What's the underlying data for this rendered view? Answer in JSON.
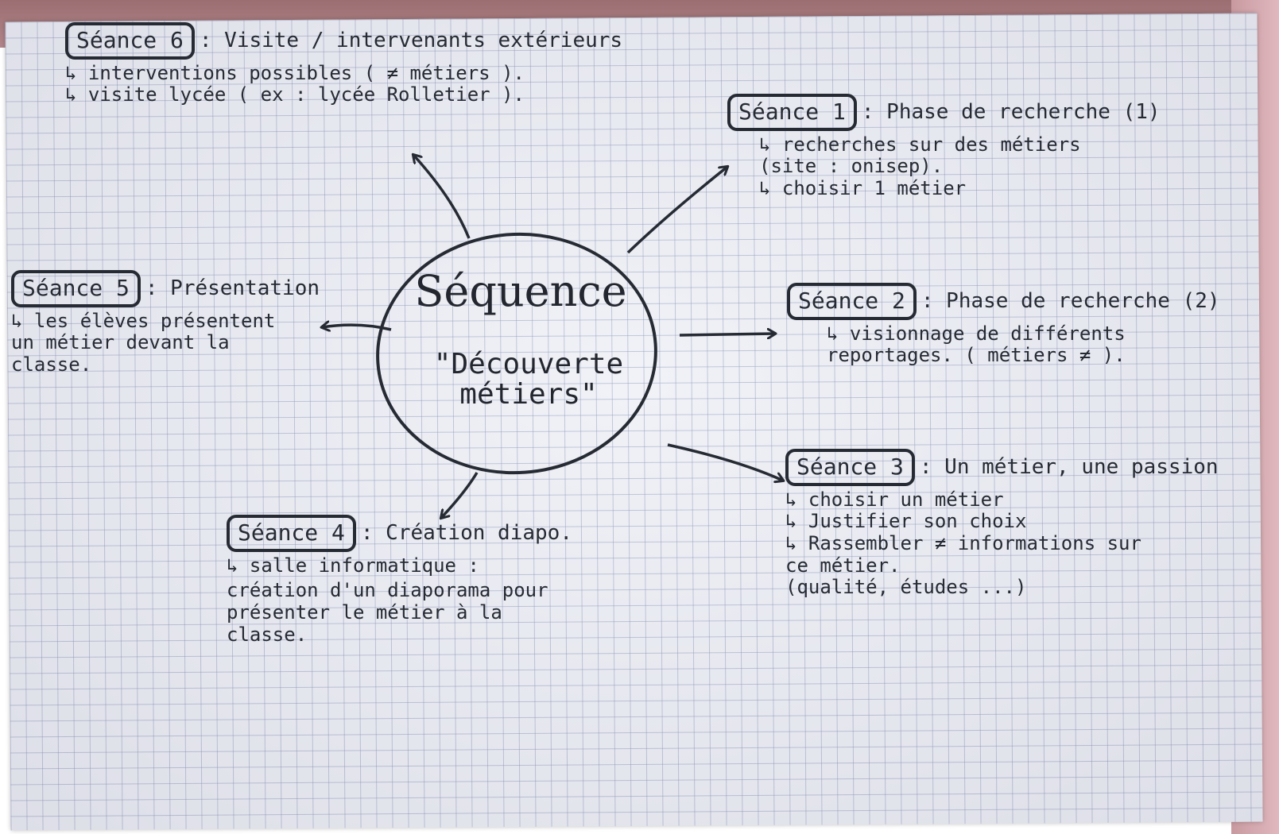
{
  "hub": {
    "title": "Séquence",
    "subtitle_line1": "\"Découverte",
    "subtitle_line2": "métiers\""
  },
  "bullet_glyph": "↳",
  "seances": [
    {
      "id": "1",
      "label": "Séance 1",
      "title": ": Phase de recherche (1)",
      "items": [
        "recherches sur des métiers\n(site : onisep).",
        "choisir 1 métier"
      ]
    },
    {
      "id": "2",
      "label": "Séance 2",
      "title": ": Phase de recherche (2)",
      "items": [
        "visionnage de différents\nreportages. ( métiers ≠ )."
      ]
    },
    {
      "id": "3",
      "label": "Séance 3",
      "title": ": Un métier, une passion",
      "items": [
        "choisir un métier",
        "Justifier son choix",
        "Rassembler ≠ informations sur\nce métier.\n(qualité, études ...)"
      ]
    },
    {
      "id": "4",
      "label": "Séance 4",
      "title": ": Création diapo.",
      "items": [
        "salle informatique :"
      ],
      "paragraph": "création d'un diaporama pour\nprésenter le métier à la\nclasse."
    },
    {
      "id": "5",
      "label": "Séance 5",
      "title": ": Présentation",
      "items": [
        "les élèves présentent\nun métier devant la\nclasse."
      ]
    },
    {
      "id": "6",
      "label": "Séance 6",
      "title": ": Visite / intervenants extérieurs",
      "items": [
        "interventions possibles ( ≠ métiers ).",
        "visite lycée ( ex : lycée Rolletier )."
      ]
    }
  ],
  "colors": {
    "ink": "#262a33",
    "paper": "#eef0f6",
    "grid": "#7882aa",
    "table": "#9b6f72"
  }
}
